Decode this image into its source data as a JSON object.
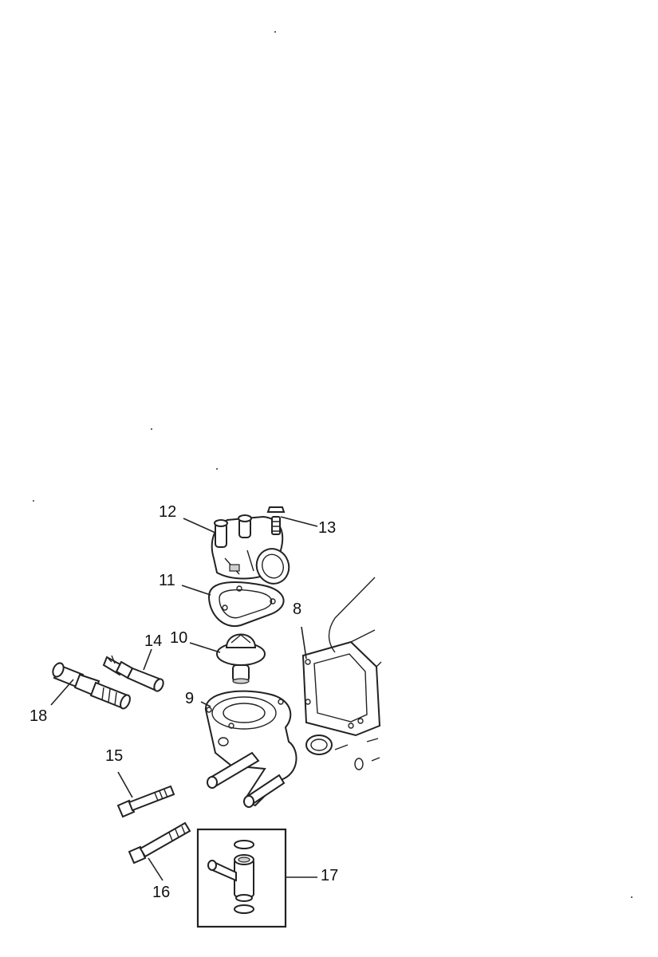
{
  "callouts": {
    "p8": "8",
    "p9": "9",
    "p10": "10",
    "p11": "11",
    "p12": "12",
    "p13": "13",
    "p14": "14",
    "p15": "15",
    "p16": "16",
    "p17": "17",
    "p18": "18"
  }
}
